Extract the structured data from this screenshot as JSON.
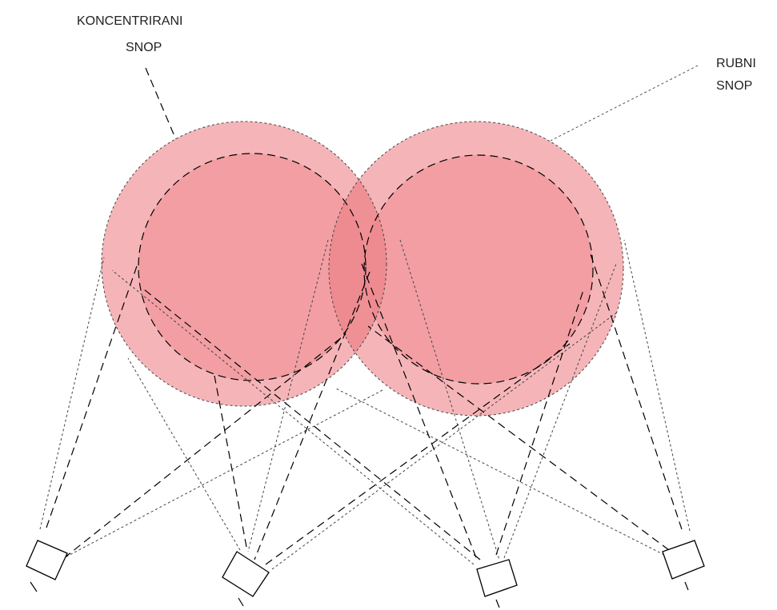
{
  "labels": {
    "concentrated_line1": "KONCENTRIRANI",
    "concentrated_line2": "SNOP",
    "edge_line1": "RUBNI",
    "edge_line2": "SNOP"
  },
  "colors": {
    "background": "#ffffff",
    "outer_beam_fill": "#f5b5b8",
    "inner_beam_fill": "#f29ea3",
    "overlap_fill": "#ec8489",
    "outline": "#000000"
  },
  "icons": {
    "fixture": "spotlight-fixture-icon"
  }
}
